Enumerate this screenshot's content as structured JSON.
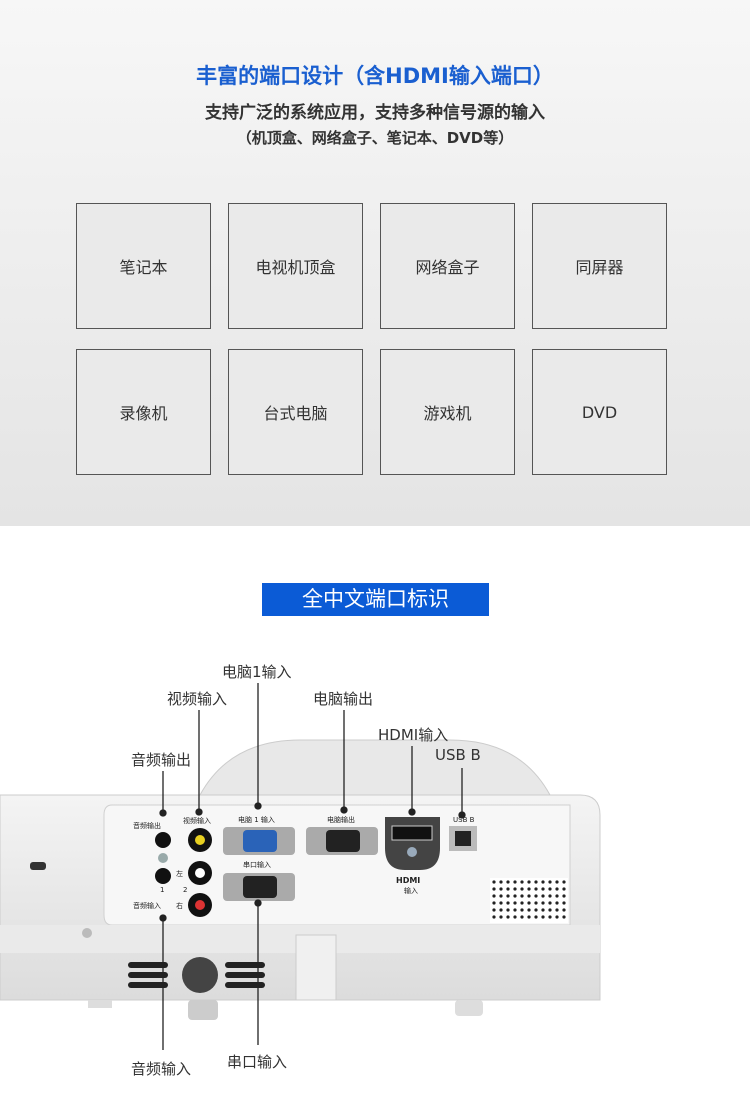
{
  "header": {
    "title": "丰富的端口设计（含HDMI输入端口）",
    "subtitle": "支持广泛的系统应用，支持多种信号源的输入",
    "note": "（机顶盒、网络盒子、笔记本、DVD等）"
  },
  "devices": [
    "笔记本",
    "电视机顶盒",
    "网络盒子",
    "同屏器",
    "录像机",
    "台式电脑",
    "游戏机",
    "DVD"
  ],
  "banner": "全中文端口标识",
  "callouts": {
    "pc1_in": "电脑1输入",
    "video_in": "视频输入",
    "pc_out": "电脑输出",
    "hdmi_in": "HDMI输入",
    "usb_b": "USB B",
    "audio_out": "音频输出",
    "audio_in": "音频输入",
    "serial_in": "串口输入"
  },
  "panel": {
    "audio_out": "音频输出",
    "video_in": "视频输入",
    "pc1_in": "电脑 1 输入",
    "pc_out": "电脑输出",
    "usb_b": "USB B",
    "serial_in": "串口输入",
    "left": "左",
    "right": "右",
    "n1": "1",
    "n2": "2",
    "audio_in": "音频输入",
    "hdmi": "HDMI",
    "hdmi_in": "输入"
  },
  "colors": {
    "accent": "#1a5fd0",
    "banner": "#0b5bd6"
  }
}
